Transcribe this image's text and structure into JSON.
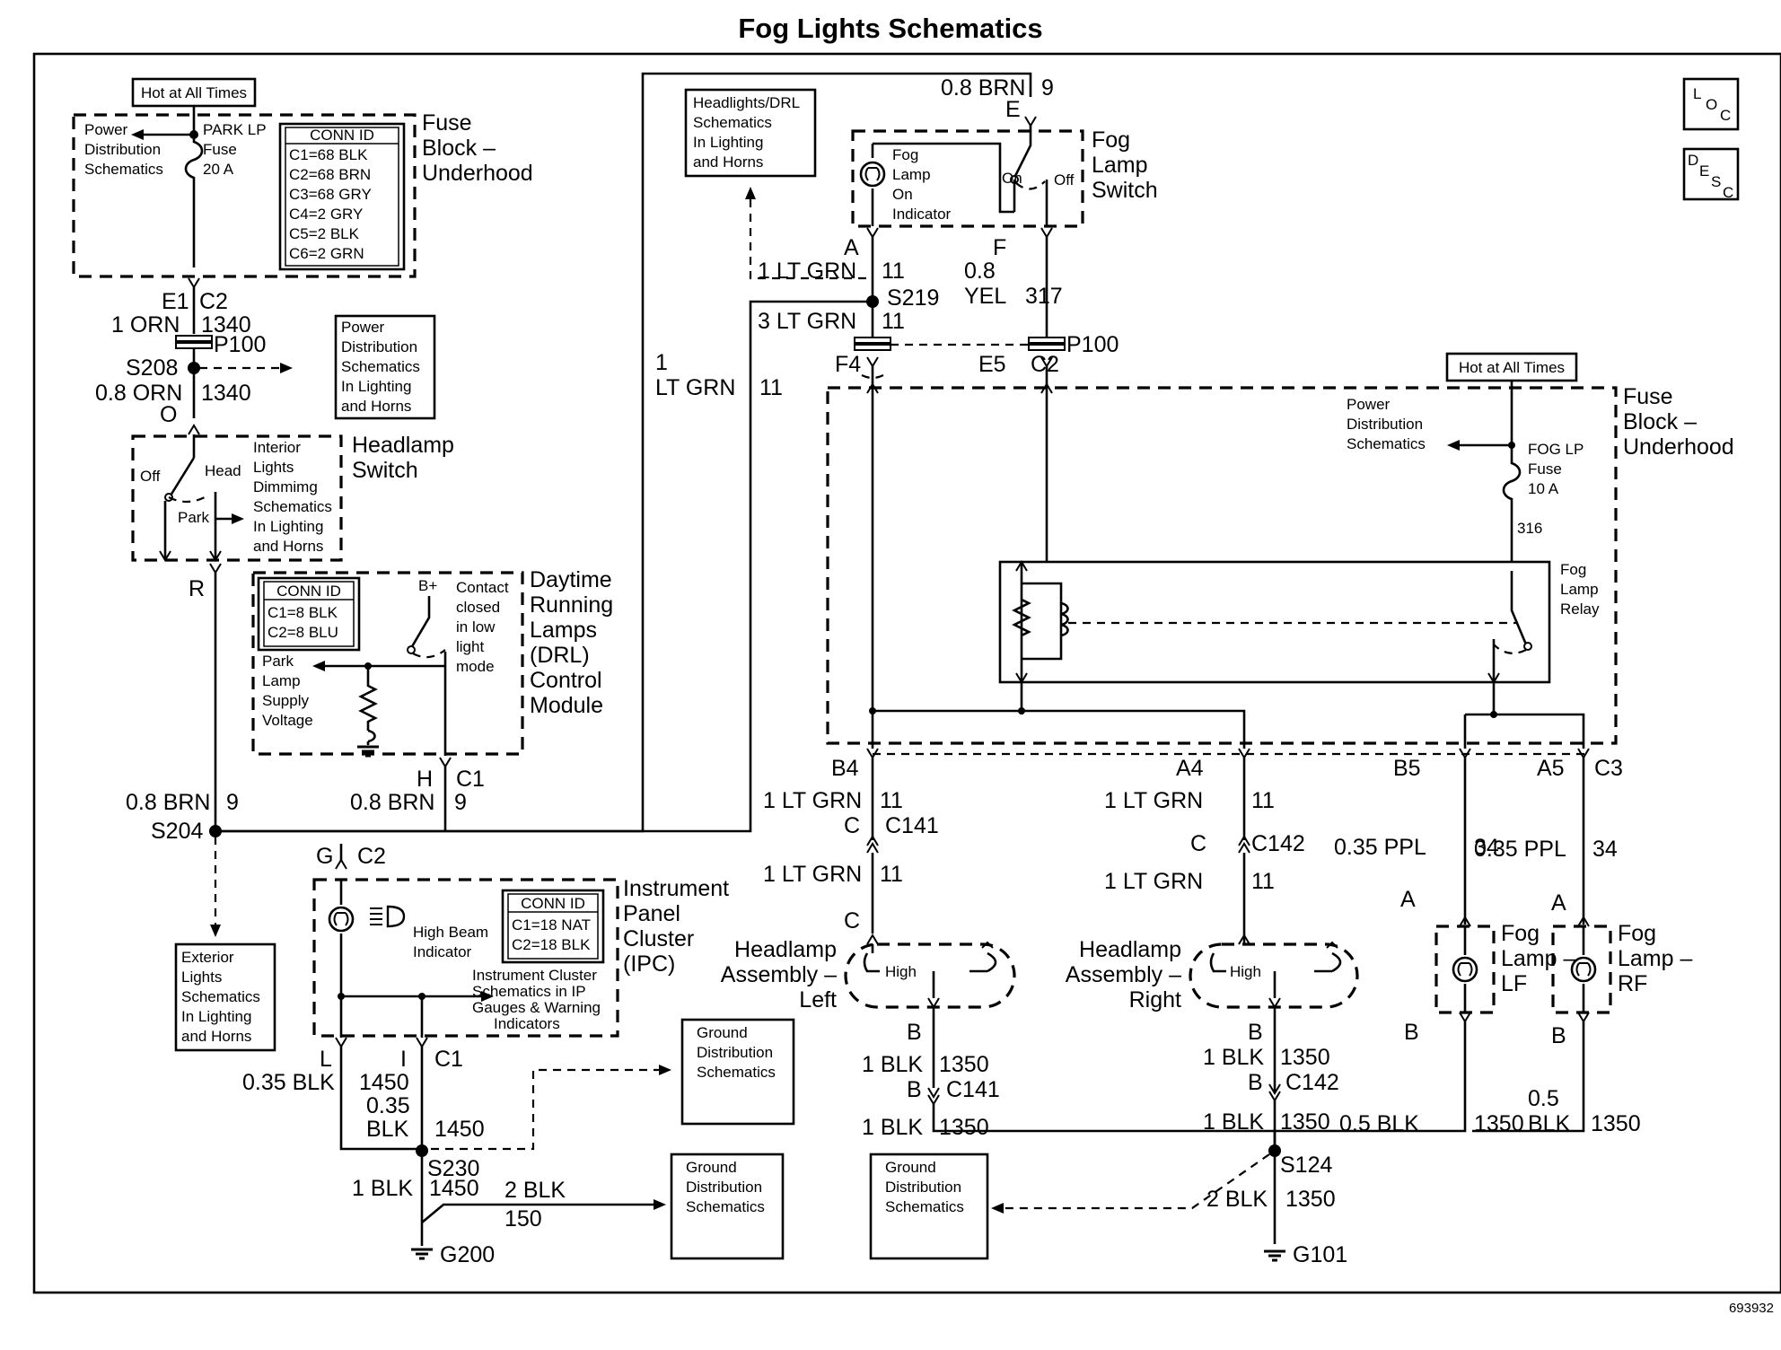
{
  "title": "Fog Lights Schematics",
  "figure_id": "693932",
  "icons": {
    "loc": [
      "L",
      "O",
      "C"
    ],
    "desc": [
      "D",
      "E",
      "S",
      "C"
    ]
  },
  "hot_top_left": "Hot at All Times",
  "hot_right": "Hot at All Times",
  "fuse_block_left": {
    "name": [
      "Fuse",
      "Block –",
      "Underhood"
    ],
    "power_dist": [
      "Power",
      "Distribution",
      "Schematics"
    ],
    "fuse": [
      "PARK LP",
      "Fuse",
      "20 A"
    ],
    "conn_title": "CONN ID",
    "conn_rows": [
      "C1=68 BLK",
      "C2=68 BRN",
      "C3=68 GRY",
      "C4=2 GRY",
      "C5=2 BLK",
      "C6=2 GRN"
    ]
  },
  "fuse_block_right": {
    "name": [
      "Fuse",
      "Block –",
      "Underhood"
    ],
    "power_dist": [
      "Power",
      "Distribution",
      "Schematics"
    ],
    "fuse": [
      "FOG LP",
      "Fuse",
      "10 A"
    ],
    "circuit_316": "316",
    "relay": [
      "Fog",
      "Lamp",
      "Relay"
    ]
  },
  "ref_boxes": {
    "power_dist_lh": [
      "Power",
      "Distribution",
      "Schematics",
      "In Lighting",
      "and Horns"
    ],
    "headlights_drl": [
      "Headlights/DRL",
      "Schematics",
      "In Lighting",
      "and Horns"
    ],
    "exterior_lights": [
      "Exterior",
      "Lights",
      "Schematics",
      "In Lighting",
      "and Horns"
    ],
    "ground_1": [
      "Ground",
      "Distribution",
      "Schematics"
    ],
    "ground_2": [
      "Ground",
      "Distribution",
      "Schematics"
    ],
    "ground_3": [
      "Ground",
      "Distribution",
      "Schematics"
    ]
  },
  "headlamp_switch": {
    "name": [
      "Headlamp",
      "Switch"
    ],
    "off": "Off",
    "head": "Head",
    "park": "Park",
    "interior": [
      "Interior",
      "Lights",
      "Dimmimg",
      "Schematics",
      "In Lighting",
      "and Horns"
    ]
  },
  "drl": {
    "name": [
      "Daytime",
      "Running",
      "Lamps",
      "(DRL)",
      "Control",
      "Module"
    ],
    "conn_title": "CONN ID",
    "conn_rows": [
      "C1=8 BLK",
      "C2=8 BLU"
    ],
    "bplus": "B+",
    "contact": [
      "Contact",
      "closed",
      "in low",
      "light",
      "mode"
    ],
    "park_supply": [
      "Park",
      "Lamp",
      "Supply",
      "Voltage"
    ]
  },
  "fog_switch": {
    "name": [
      "Fog",
      "Lamp",
      "Switch"
    ],
    "indicator": [
      "Fog",
      "Lamp",
      "On",
      "Indicator"
    ],
    "on": "On",
    "off": "Off"
  },
  "ipc": {
    "name": [
      "Instrument",
      "Panel",
      "Cluster",
      "(IPC)"
    ],
    "conn_title": "CONN ID",
    "conn_rows": [
      "C1=18 NAT",
      "C2=18 BLK"
    ],
    "high_beam": [
      "High Beam",
      "Indicator"
    ],
    "cluster_text": [
      "Instrument Cluster",
      "Schematics in IP",
      "Gauges & Warning",
      "Indicators"
    ]
  },
  "headlamp_left": {
    "name": [
      "Headlamp",
      "Assembly –",
      "Left"
    ],
    "high": "High"
  },
  "headlamp_right": {
    "name": [
      "Headlamp",
      "Assembly –",
      "Right"
    ],
    "high": "High"
  },
  "fog_lf": {
    "name": [
      "Fog",
      "Lamp –",
      "LF"
    ]
  },
  "fog_rf": {
    "name": [
      "Fog",
      "Lamp –",
      "RF"
    ]
  },
  "labels": {
    "e1": "E1",
    "c2a": "C2",
    "orn1": "1 ORN",
    "c1340a": "1340",
    "p100a": "P100",
    "s208": "S208",
    "orn08": "0.8 ORN",
    "c1340b": "1340",
    "o": "O",
    "r": "R",
    "brn_l": "0.8 BRN",
    "c9_l": "9",
    "s204": "S204",
    "h": "H",
    "c1h": "C1",
    "brn_h": "0.8 BRN",
    "c9_h": "9",
    "g": "G",
    "c2g": "C2",
    "l": "L",
    "i": "I",
    "c1i": "C1",
    "blk035": "0.35 BLK",
    "c1450a": "1450",
    "blk035b1": "0.35",
    "blk035b2": "BLK",
    "c1450b": "1450",
    "s230": "S230",
    "blk1a": "1 BLK",
    "c1450c": "1450",
    "blk2a": "2 BLK",
    "c150": "150",
    "g200": "G200",
    "brn_top": "0.8 BRN",
    "c9_top": "9",
    "e_top": "E",
    "a_fog": "A",
    "f_fog": "F",
    "ltgrn1a": "1 LT GRN",
    "c11a": "11",
    "s219": "S219",
    "yel1": "0.8",
    "yel2": "YEL",
    "c317": "317",
    "ltgrn3": "3 LT GRN",
    "c11b": "11",
    "p100b": "P100",
    "f4": "F4",
    "e5": "E5",
    "c2p": "C2",
    "ltgrn_long1": "1",
    "ltgrn_long2": "LT GRN",
    "c11_long": "11",
    "b4": "B4",
    "a4": "A4",
    "b5": "B5",
    "a5": "A5",
    "c3": "C3",
    "ltgrn_b4": "1 LT GRN",
    "c11_b4": "11",
    "c_l1": "C",
    "c141a": "C141",
    "ltgrn_l2": "1 LT GRN",
    "c11_l2": "11",
    "c_l2": "C",
    "ltgrn_a4": "1 LT GRN",
    "c11_a4": "11",
    "c_r1": "C",
    "c142a": "C142",
    "ltgrn_r2": "1 LT GRN",
    "c11_r2": "11",
    "ppl_l": "0.35 PPL",
    "c34_l": "34",
    "ppl_r": "0.35 PPL",
    "c34_r": "34",
    "a_lf": "A",
    "a_rf": "A",
    "b_hl": "B",
    "blk_hl1": "1 BLK",
    "c1350_hl1": "1350",
    "b_hl2": "B",
    "c141b": "C141",
    "blk_hl2": "1 BLK",
    "c1350_hl2": "1350",
    "b_hr": "B",
    "blk_hr1": "1 BLK",
    "c1350_hr1": "1350",
    "b_hr2": "B",
    "c142b": "C142",
    "blk_hr2": "1 BLK",
    "c1350_hr2": "1350",
    "b_lf": "B",
    "blk05_lf": "0.5 BLK",
    "c1350_lf": "1350",
    "b_rf": "B",
    "blk05_rf1": "0.5",
    "blk05_rf2": "BLK",
    "c1350_rf": "1350",
    "s124": "S124",
    "blk2b": "2 BLK",
    "c1350_g": "1350",
    "g101": "G101"
  }
}
